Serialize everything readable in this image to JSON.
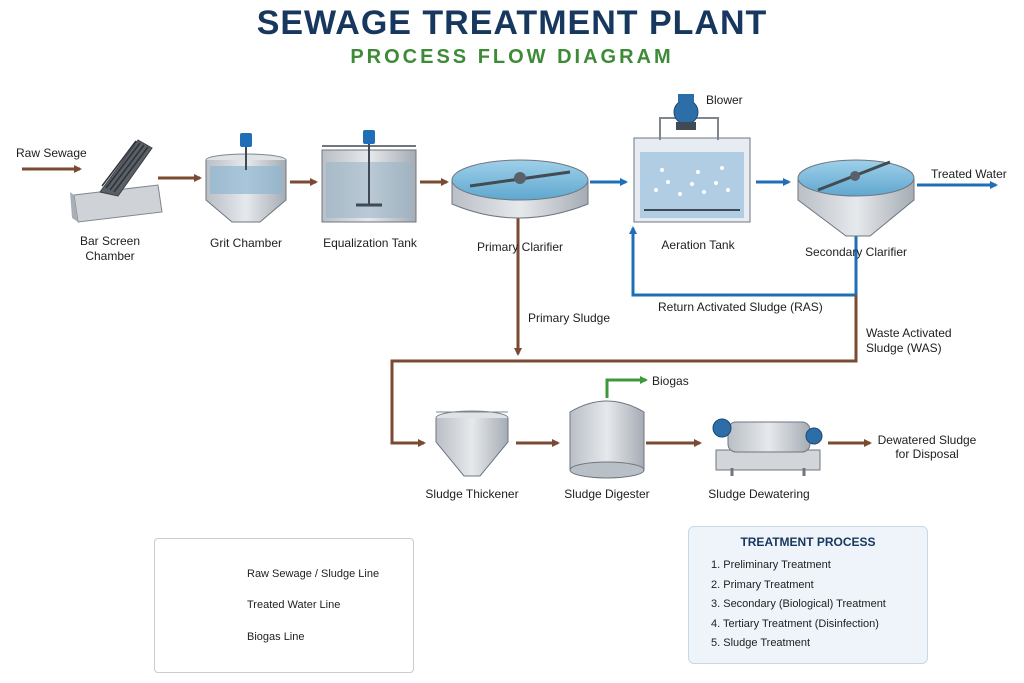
{
  "header": {
    "title": "SEWAGE TREATMENT PLANT",
    "subtitle": "PROCESS FLOW DIAGRAM"
  },
  "colors": {
    "sewage_line": "#7a4a32",
    "water_line": "#1f6fb8",
    "biogas_line": "#3d9a3a",
    "title": "#17375e",
    "subtitle": "#3d8b37"
  },
  "nodes": {
    "raw_sewage": "Raw Sewage",
    "bar_screen": "Bar Screen\nChamber",
    "grit_chamber": "Grit Chamber",
    "equalization_tank": "Equalization Tank",
    "primary_clarifier": "Primary Clarifier",
    "blower": "Blower",
    "aeration_tank": "Aeration Tank",
    "secondary_clarifier": "Secondary Clarifier",
    "treated_water": "Treated Water",
    "sludge_thickener": "Sludge Thickener",
    "sludge_digester": "Sludge Digester",
    "biogas": "Biogas",
    "sludge_dewatering": "Sludge Dewatering",
    "dewatered_sludge": "Dewatered Sludge\nfor Disposal"
  },
  "flows": {
    "primary_sludge": "Primary Sludge",
    "ras": "Return Activated Sludge (RAS)",
    "was": "Waste Activated\nSludge (WAS)"
  },
  "legend": {
    "items": [
      {
        "label": "Raw Sewage / Sludge Line",
        "icon": "brown-arrow"
      },
      {
        "label": "Treated Water Line",
        "icon": "blue-arrow"
      },
      {
        "label": "Biogas Line",
        "icon": "green-arrow"
      }
    ]
  },
  "treatment_process": {
    "heading": "TREATMENT PROCESS",
    "steps": [
      "1.  Preliminary Treatment",
      "2.  Primary Treatment",
      "3.  Secondary (Biological) Treatment",
      "4.  Tertiary Treatment (Disinfection)",
      "5.  Sludge Treatment"
    ]
  }
}
